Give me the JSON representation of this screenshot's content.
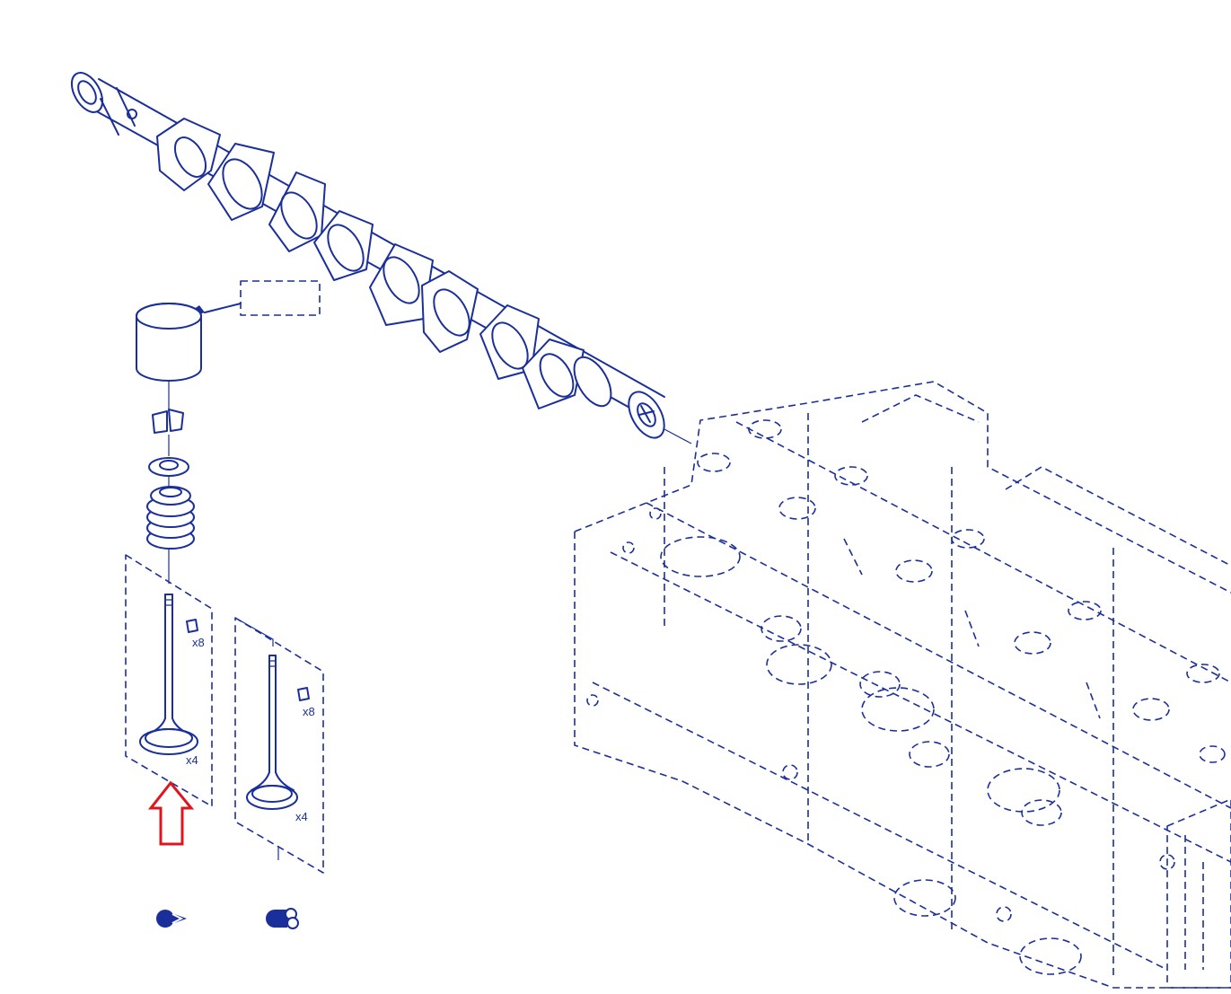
{
  "labels": {
    "intake_valve_collet_qty": "x8",
    "intake_valve_qty": "x4",
    "exhaust_valve_collet_qty": "x8",
    "exhaust_valve_qty": "x4"
  },
  "icons": {
    "intake_symbol": "intake-flow-icon",
    "exhaust_symbol": "exhaust-flow-icon",
    "highlight_arrow": "up-arrow-icon"
  },
  "colors": {
    "line": "#1a2f9a",
    "highlight": "#e0141c",
    "background": "#ffffff"
  }
}
